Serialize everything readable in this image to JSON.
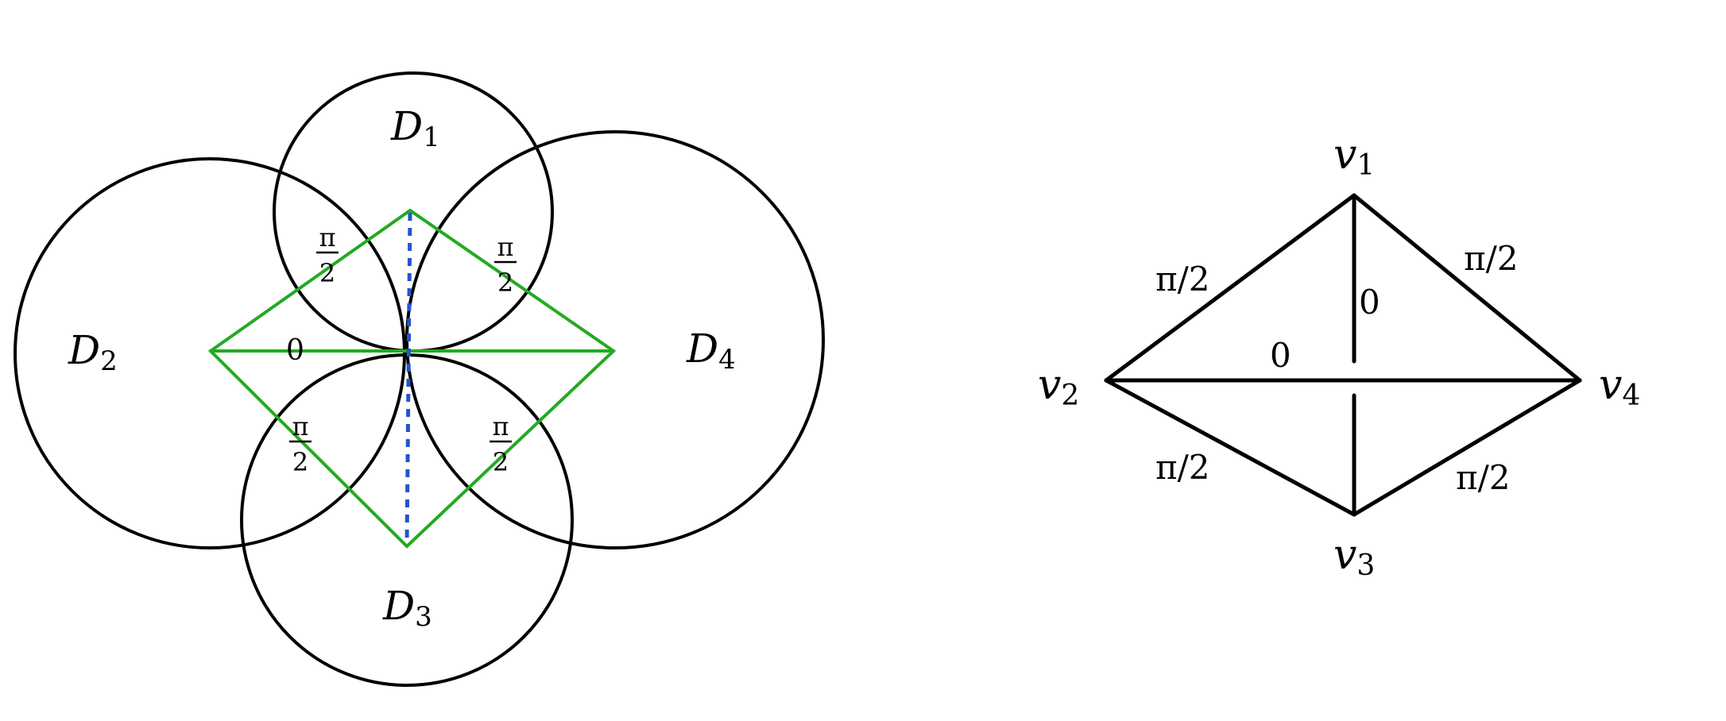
{
  "colors": {
    "circle_stroke": "#000000",
    "triangle_green": "#22aa22",
    "dashed_blue": "#2255cc",
    "graph_stroke": "#000000"
  },
  "left_figure": {
    "disks": [
      {
        "label_base": "D",
        "label_sub": "1"
      },
      {
        "label_base": "D",
        "label_sub": "2"
      },
      {
        "label_base": "D",
        "label_sub": "3"
      },
      {
        "label_base": "D",
        "label_sub": "4"
      }
    ],
    "angle_labels": {
      "center": "0",
      "pi": "π",
      "two": "2"
    }
  },
  "right_figure": {
    "vertices": [
      {
        "label_base": "v",
        "label_sub": "1"
      },
      {
        "label_base": "v",
        "label_sub": "2"
      },
      {
        "label_base": "v",
        "label_sub": "3"
      },
      {
        "label_base": "v",
        "label_sub": "4"
      }
    ],
    "edge_labels": {
      "v1_v2": "π/2",
      "v1_v4": "π/2",
      "v2_v3": "π/2",
      "v3_v4": "π/2",
      "v1_v3": "0",
      "v2_v4": "0"
    }
  }
}
